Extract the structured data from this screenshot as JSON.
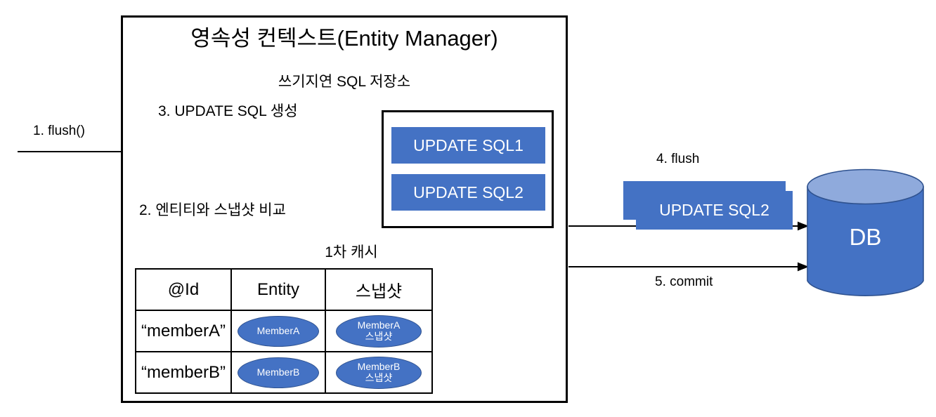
{
  "diagram": {
    "title": "영속성 컨텍스트(Entity Manager)",
    "write_behind_store_title": "쓰기지연 SQL 저장소",
    "first_level_cache_title": "1차 캐시",
    "steps": {
      "step1": "1. flush()",
      "step2": "2. 엔티티와 스냅샷 비교",
      "step3": "3. UPDATE SQL 생성",
      "step4": "4. flush",
      "step5": "5. commit"
    },
    "sql_store": {
      "items": [
        {
          "label": "UPDATE SQL1"
        },
        {
          "label": "UPDATE SQL2"
        }
      ]
    },
    "outgoing_sql": {
      "label": "UPDATE SQL2"
    },
    "database": {
      "label": "DB"
    },
    "cache_table": {
      "headers": [
        "@Id",
        "Entity",
        "스냅샷"
      ],
      "rows": [
        {
          "id": "“memberA”",
          "entity": "MemberA",
          "snapshot": "MemberA\n스냅샷"
        },
        {
          "id": "“memberB”",
          "entity": "MemberB",
          "snapshot": "MemberB\n스냅샷"
        }
      ]
    },
    "colors": {
      "accent_blue": "#4472C4",
      "cylinder_top": "#8FAADC",
      "cylinder_stroke": "#2F528F",
      "outline_black": "#000000",
      "background": "#FFFFFF"
    }
  }
}
